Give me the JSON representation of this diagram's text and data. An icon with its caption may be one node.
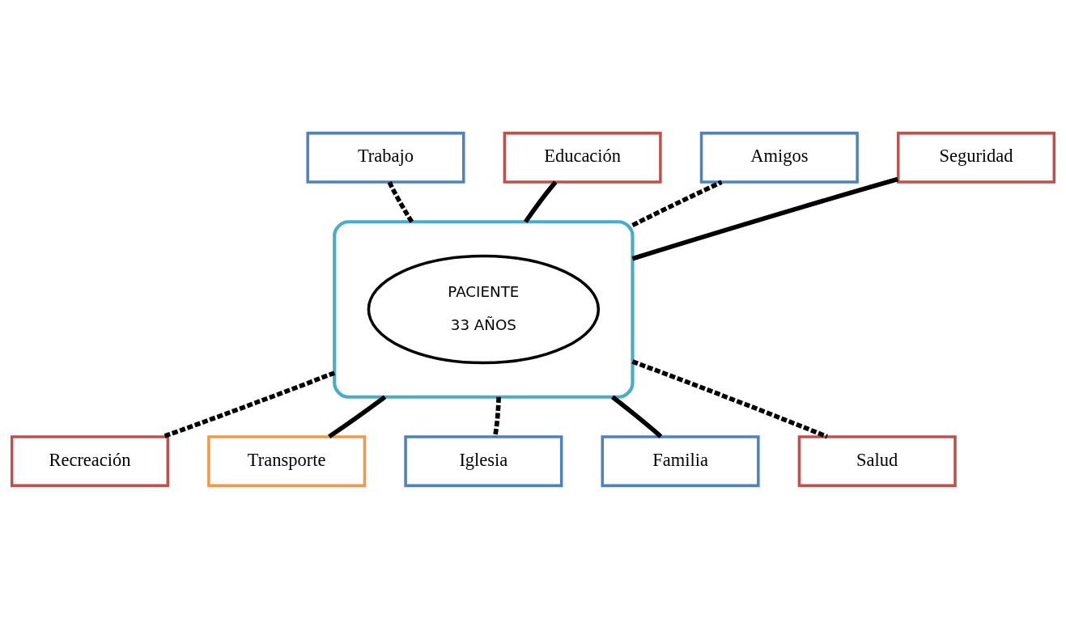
{
  "diagram": {
    "nodes": [
      {
        "text": [],
        "shape": "ellipse"
      },
      {
        "text": [
          "PACIENTE",
          "33 AÑOS"
        ],
        "in": 0
      },
      {
        "text": [
          "Trabajo"
        ]
      },
      {
        "text": [
          "Educación"
        ]
      },
      {
        "text": [
          "Amigos"
        ]
      },
      {
        "text": [
          "Seguridad"
        ]
      },
      {
        "text": [
          "Recreación"
        ]
      },
      {
        "text": [
          "Transporte"
        ]
      },
      {
        "text": [
          "Iglesia"
        ]
      },
      {
        "text": [
          "Familia"
        ]
      },
      {
        "text": [
          "Salud"
        ]
      }
    ],
    "edges": [
      {
        "from": 0,
        "to": 2,
        "arrow": "none",
        "style": "dashed"
      },
      {
        "from": 0,
        "to": 3,
        "arrow": "none"
      },
      {
        "from": 0,
        "to": 4,
        "arrow": "none",
        "style": "dashed"
      },
      {
        "from": 0,
        "to": 5,
        "arrow": "none"
      },
      {
        "from": 0,
        "to": 6,
        "arrow": "none",
        "style": "dashed"
      },
      {
        "from": 0,
        "to": 7,
        "arrow": "none"
      },
      {
        "from": 0,
        "to": 8,
        "arrow": "none",
        "style": "dashed"
      },
      {
        "from": 0,
        "to": 9,
        "arrow": "none"
      },
      {
        "from": 0,
        "to": 10,
        "arrow": "none",
        "style": "dashed"
      }
    ]
  }
}
